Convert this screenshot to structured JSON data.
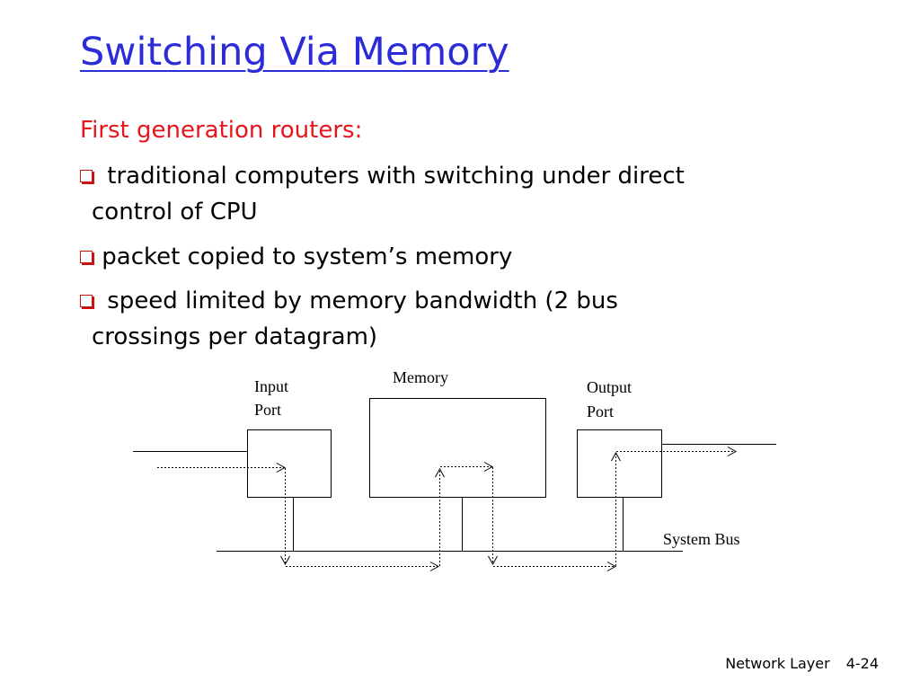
{
  "slide": {
    "title": "Switching Via Memory",
    "subtitle": "First generation routers:",
    "bullets": [
      {
        "line1": "traditional computers with switching under direct",
        "line2": "control of CPU"
      },
      {
        "line1": "packet copied to system’s memory"
      },
      {
        "line1": "speed limited by memory bandwidth (2 bus",
        "line2": "crossings per datagram)"
      }
    ],
    "bullet_icon": "checkbox-bullet-icon"
  },
  "diagram": {
    "input_port_line1": "Input",
    "input_port_line2": "Port",
    "memory": "Memory",
    "output_port_line1": "Output",
    "output_port_line2": "Port",
    "system_bus": "System Bus"
  },
  "footer": {
    "section": "Network Layer",
    "page": "4-24"
  },
  "colors": {
    "title": "#2b2bd8",
    "subtitle": "#e8141b",
    "bullet_box": "#cc1111"
  }
}
